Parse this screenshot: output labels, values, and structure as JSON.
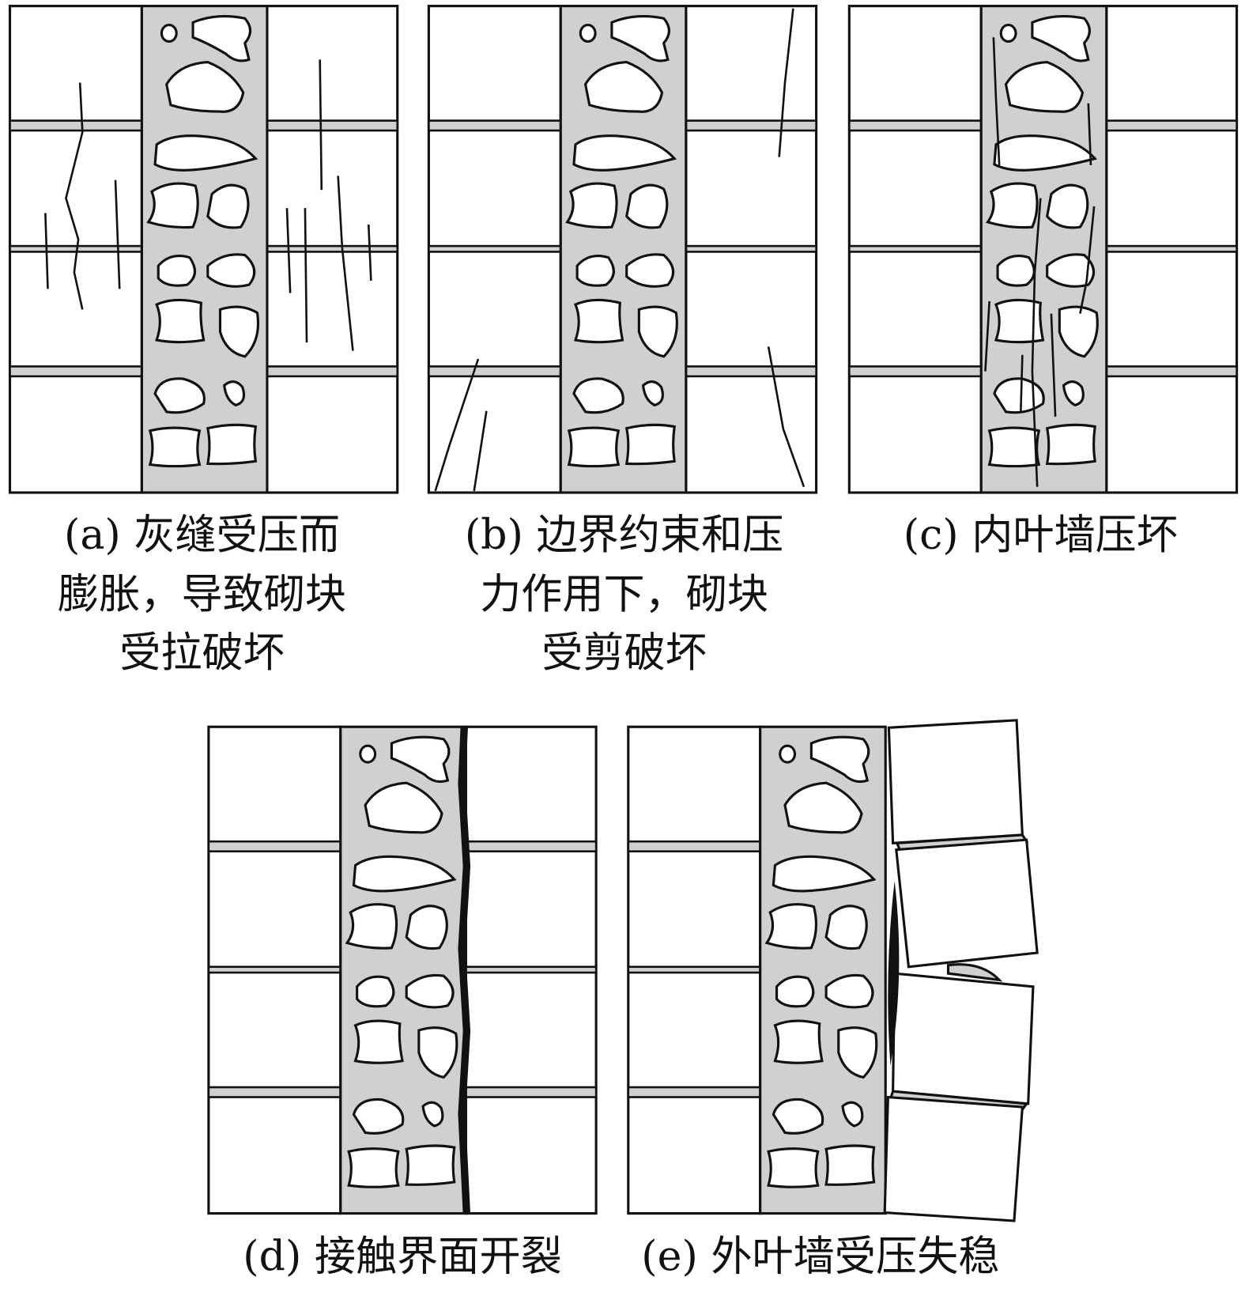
{
  "panels": [
    {
      "id": "a",
      "caption": [
        "(a) 灰缝受压而",
        "膨胀，导致砌块",
        "受拉破坏"
      ]
    },
    {
      "id": "b",
      "caption": [
        "(b) 边界约束和压",
        "力作用下，砌块",
        "受剪破坏"
      ]
    },
    {
      "id": "c",
      "caption": [
        "(c) 内叶墙压坏"
      ]
    },
    {
      "id": "d",
      "caption": [
        "(d) 接触界面开裂"
      ]
    },
    {
      "id": "e",
      "caption": [
        "(e) 外叶墙受压失稳"
      ]
    }
  ],
  "colors": {
    "grout": "#d0d0d0",
    "line": "#111111",
    "block": "#ffffff"
  }
}
